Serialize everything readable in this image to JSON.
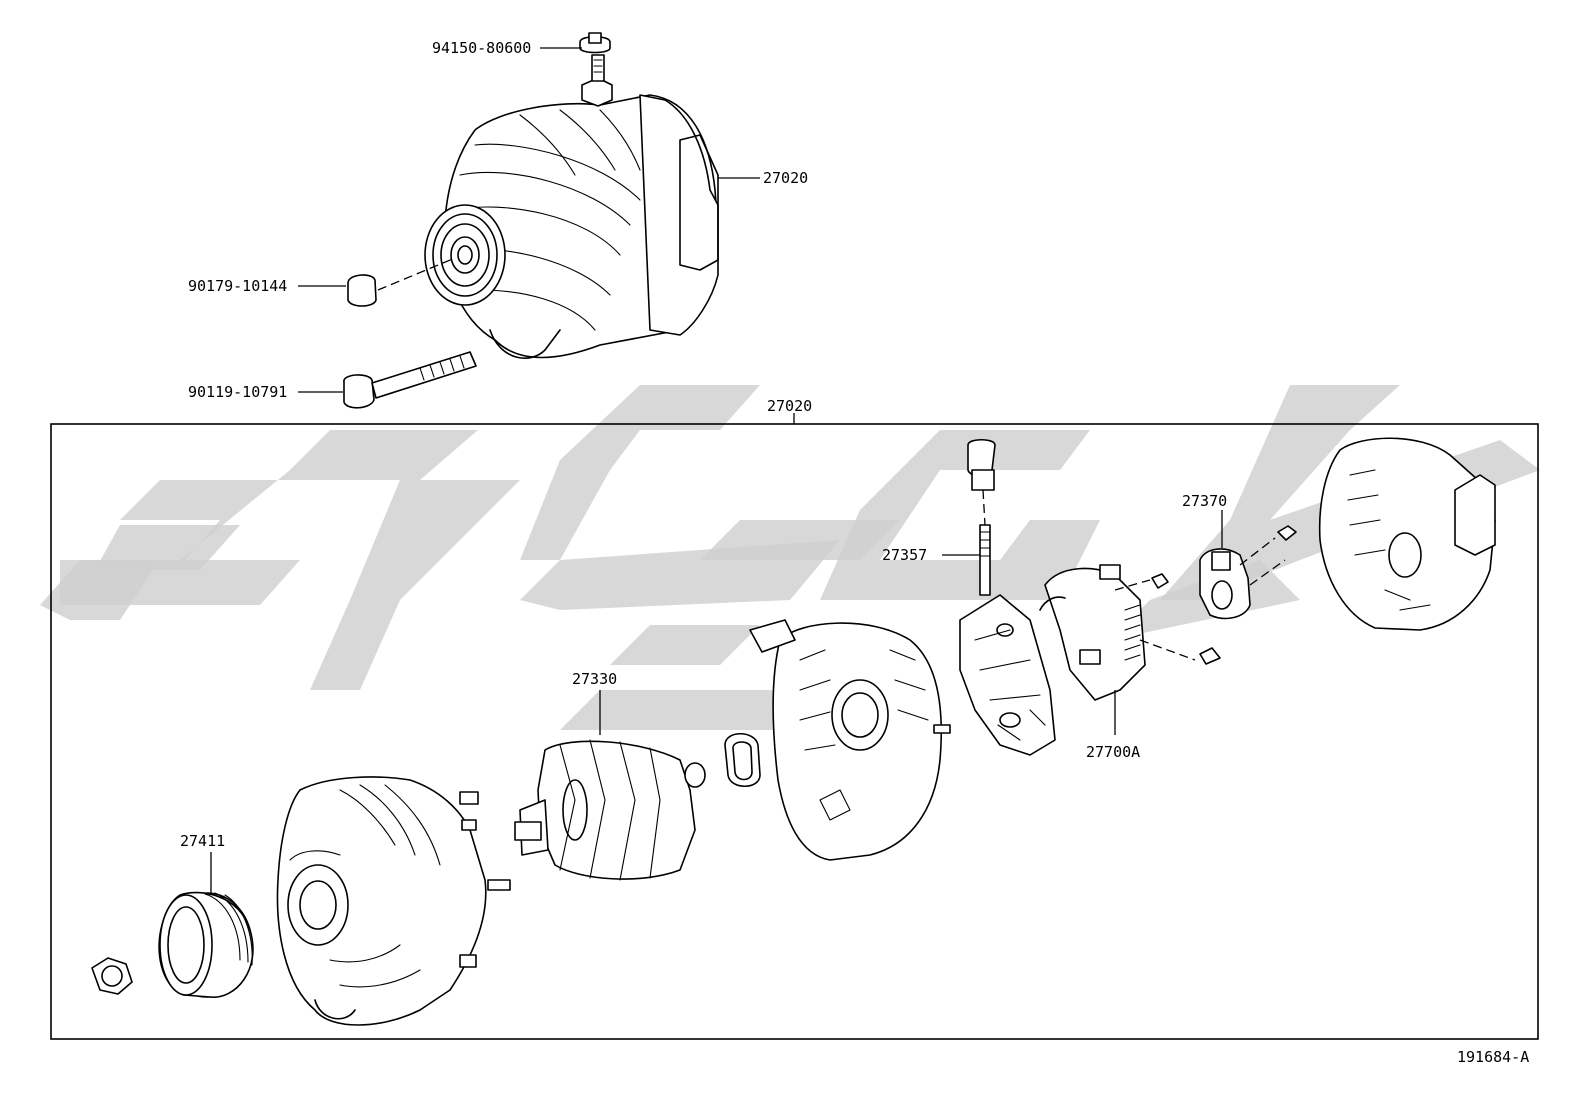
{
  "labels": {
    "p94150_80600": "94150-80600",
    "p27020_top": "27020",
    "p90179_10144": "90179-10144",
    "p90119_10791": "90119-10791",
    "p27020_box": "27020",
    "p27370": "27370",
    "p27357": "27357",
    "p27330": "27330",
    "p27700a": "27700A",
    "p27411": "27411",
    "figure_id": "191684-A"
  },
  "colors": {
    "line": "#000000",
    "watermark": "#cfcfcf",
    "background": "#ffffff"
  }
}
